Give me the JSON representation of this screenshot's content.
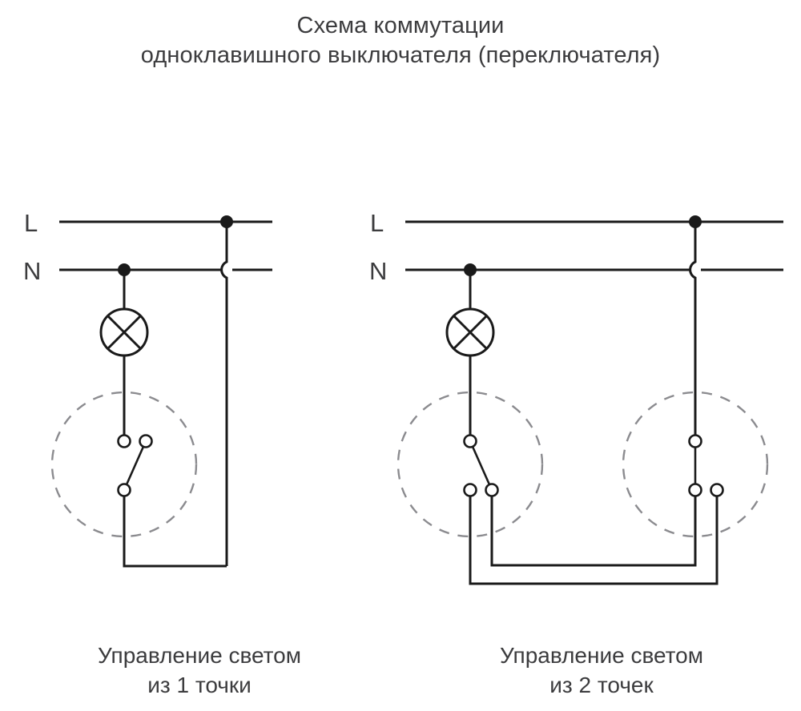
{
  "title": {
    "line1": "Схема коммутации",
    "line2": "одноклавишного выключателя (переключателя)"
  },
  "colors": {
    "background": "#ffffff",
    "wire": "#1a1a1a",
    "text": "#3c3c3e",
    "dashed_outline": "#8b8b8f",
    "terminal_fill": "#ffffff"
  },
  "diagrams": [
    {
      "id": "one-point-control",
      "caption": {
        "line1": "Управление светом",
        "line2": "из 1 точки"
      },
      "rails": [
        {
          "name": "line",
          "label": "L"
        },
        {
          "name": "neutral",
          "label": "N"
        }
      ],
      "components": {
        "lamp": {
          "symbol": "crossed-circle",
          "count": 1
        },
        "switches": [
          {
            "name": "single-pole-switch",
            "terminals": 3,
            "terminal_labels": [
              "top-left",
              "top-right",
              "bottom-center"
            ],
            "blade_from": "top-right",
            "blade_to": "bottom-center"
          }
        ]
      }
    },
    {
      "id": "two-point-control",
      "caption": {
        "line1": "Управление светом",
        "line2": "из 2 точек"
      },
      "rails": [
        {
          "name": "line",
          "label": "L"
        },
        {
          "name": "neutral",
          "label": "N"
        }
      ],
      "components": {
        "lamp": {
          "symbol": "crossed-circle",
          "count": 1
        },
        "switches": [
          {
            "name": "two-way-switch-left",
            "terminals": 3,
            "terminal_labels": [
              "top-center",
              "bottom-left",
              "bottom-right"
            ],
            "blade_from": "top-center",
            "blade_to": "bottom-right"
          },
          {
            "name": "two-way-switch-right",
            "terminals": 3,
            "terminal_labels": [
              "top-center",
              "bottom-left",
              "bottom-right"
            ],
            "blade_from": "top-center",
            "blade_to": "bottom-left"
          }
        ],
        "traveler_wires": 2
      }
    }
  ],
  "symbols": {
    "junction_dot": "filled-circle",
    "wire_hop": "semicircle-crossover",
    "terminal": "open-circle",
    "lamp": "circle-with-x",
    "switch_enclosure": "dashed-circle"
  }
}
